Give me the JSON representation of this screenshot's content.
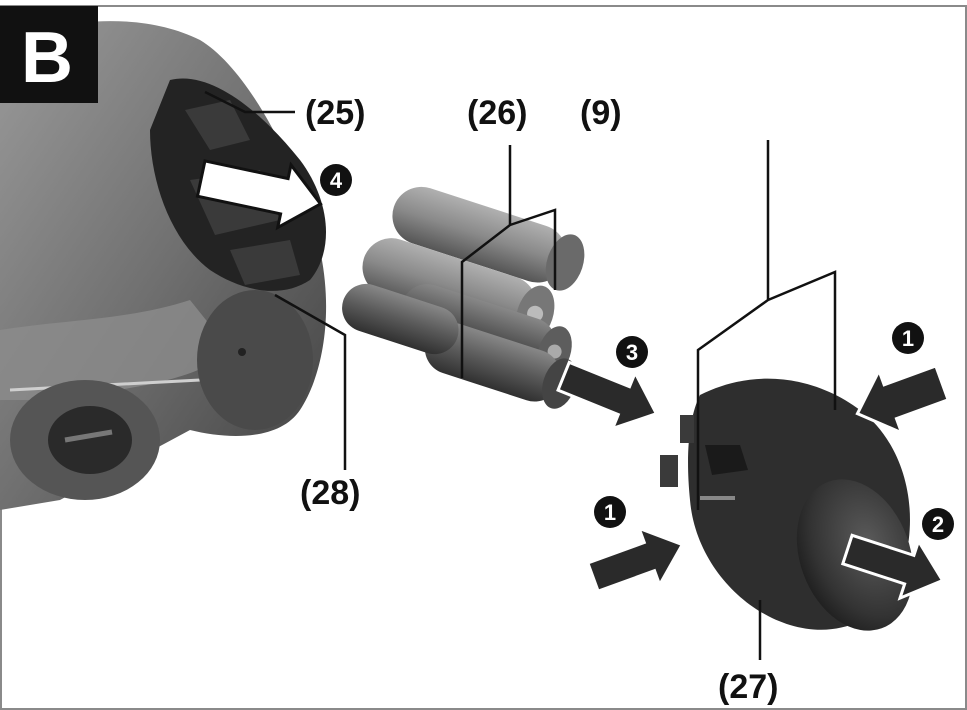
{
  "figure": {
    "panel_label": "B",
    "callouts": {
      "c25": "(25)",
      "c26": "(26)",
      "c9": "(9)",
      "c28": "(28)",
      "c27": "(27)"
    },
    "steps": {
      "s1a": "1",
      "s1b": "1",
      "s2": "2",
      "s3": "3",
      "s4": "4"
    }
  },
  "colors": {
    "ink": "#111111",
    "tool_body": "#6e6e6e",
    "tool_dark": "#2b2b2b",
    "battery": "#8a8a8a",
    "cap": "#3a3a3a",
    "arrow_dark": "#2a2a2a",
    "arrow_light": "#ffffff"
  }
}
